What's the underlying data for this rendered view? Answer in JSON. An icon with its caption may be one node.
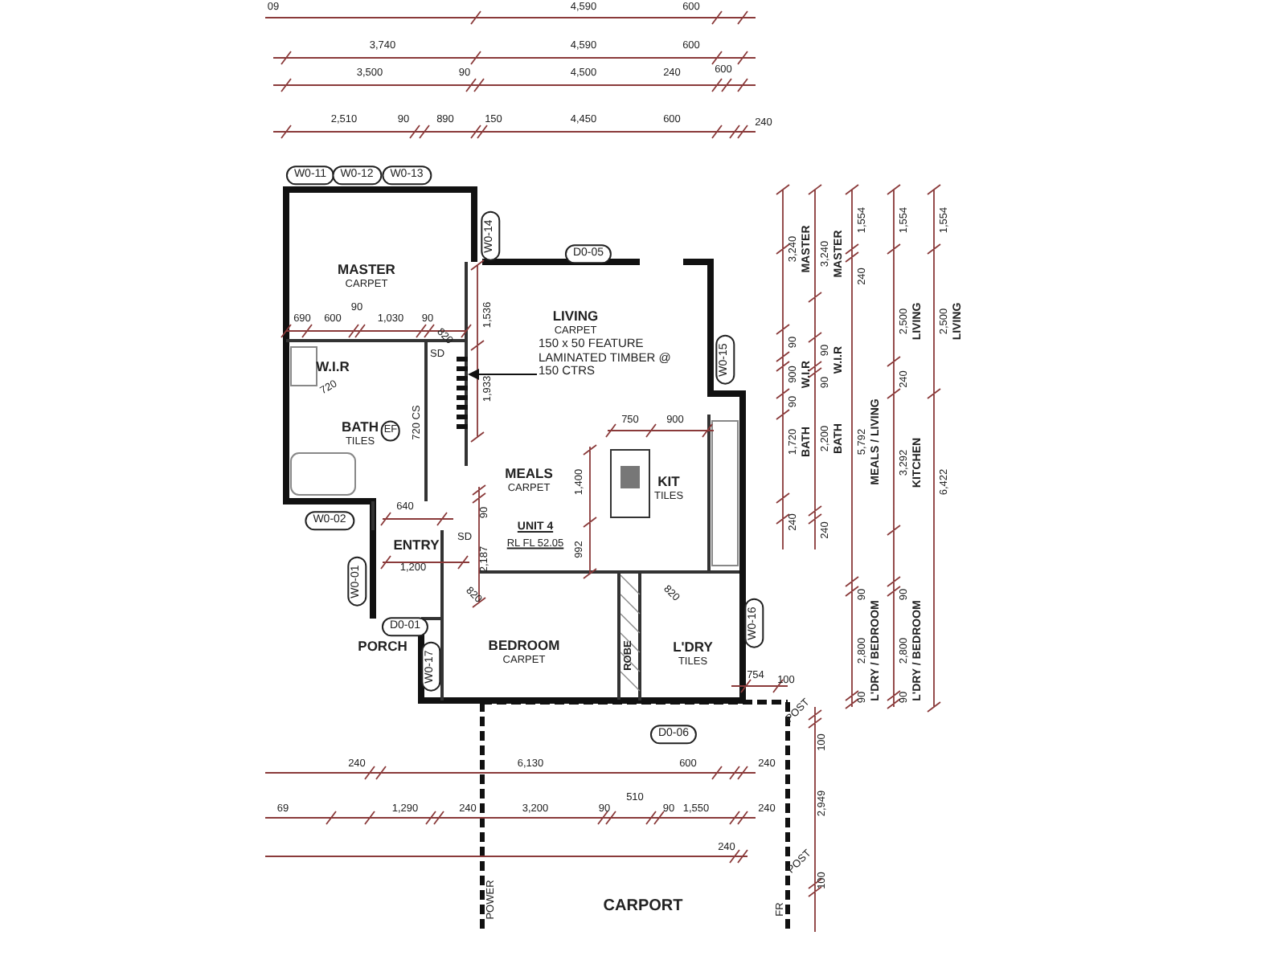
{
  "diagram": {
    "nodes": [
      {
        "text": [
          "W0-11"
        ]
      },
      {
        "text": [
          "W0-12"
        ]
      },
      {
        "text": [
          "W0-13"
        ]
      },
      {
        "text": [
          "W0-14"
        ]
      },
      {
        "text": [
          "D0-05"
        ]
      },
      {
        "text": [
          "MASTER",
          "CARPET"
        ]
      },
      {
        "text": [
          "LIVING",
          "CARPET"
        ]
      },
      {
        "text": [
          "150 x 50 FEATURE LAMINATED TIMBER @ 150 CTRS"
        ]
      },
      {
        "text": [],
        "shape": "bar"
      },
      {
        "text": [
          "W0-15"
        ]
      },
      {
        "text": [
          "W.I.R"
        ]
      },
      {
        "text": [
          "BATH",
          "TILES"
        ]
      },
      {
        "text": [
          "KIT",
          "TILES"
        ]
      },
      {
        "text": [
          "MEALS",
          "CARPET"
        ]
      },
      {
        "text": [
          "W0-02"
        ]
      },
      {
        "text": [
          "ENTRY"
        ]
      },
      {
        "text": [
          "W0-01"
        ]
      },
      {
        "text": [
          "D0-01"
        ]
      },
      {
        "text": [
          "W0-16"
        ]
      },
      {
        "text": [
          "PORCH"
        ]
      },
      {
        "text": [
          "BEDROOM",
          "CARPET"
        ]
      },
      {
        "text": [
          "ROBE"
        ]
      },
      {
        "text": [
          "L'DRY",
          "TILES"
        ]
      },
      {
        "text": [
          "W0-17"
        ]
      },
      {
        "text": [
          "D0-06"
        ]
      },
      {
        "text": [
          "CARPORT"
        ]
      }
    ],
    "edges": [
      {
        "from": 7,
        "to": 8,
        "arrow": "to"
      }
    ],
    "labels": [
      "09",
      "4,590",
      "600",
      "3,740",
      "4,590",
      "600",
      "3,500",
      "90",
      "4,500",
      "240",
      "600",
      "2,510",
      "90",
      "890",
      "150",
      "4,450",
      "600",
      "240",
      "690",
      "600",
      "90",
      "1,030",
      "90",
      "820",
      "SD",
      "720",
      "720 CS",
      "EF",
      "1,536",
      "1,933",
      "750",
      "900",
      "1,400",
      "992",
      "640",
      "90",
      "SD",
      "2,187",
      "1,200",
      "820",
      "820",
      "UNIT 4",
      "RL FL 52.05",
      "754",
      "100",
      "POST",
      "3,240",
      "MASTER",
      "90",
      "900",
      "W.I.R",
      "90",
      "1,720",
      "BATH",
      "240",
      "3,240",
      "MASTER",
      "90",
      "W.I.R",
      "90",
      "2,200",
      "BATH",
      "240",
      "1,554",
      "240",
      "5,792",
      "MEALS / LIVING",
      "90",
      "2,800",
      "L'DRY / BEDROOM",
      "90",
      "1,554",
      "2,500",
      "LIVING",
      "240",
      "3,292",
      "KITCHEN",
      "90",
      "2,800",
      "L'DRY / BEDROOM",
      "90",
      "1,554",
      "2,500",
      "LIVING",
      "6,422",
      "100",
      "2,949",
      "100",
      "240",
      "6,130",
      "600",
      "240",
      "69",
      "1,290",
      "240",
      "3,200",
      "90",
      "510",
      "90",
      "1,550",
      "240",
      "240",
      "POWER",
      "POST",
      "FR"
    ]
  }
}
